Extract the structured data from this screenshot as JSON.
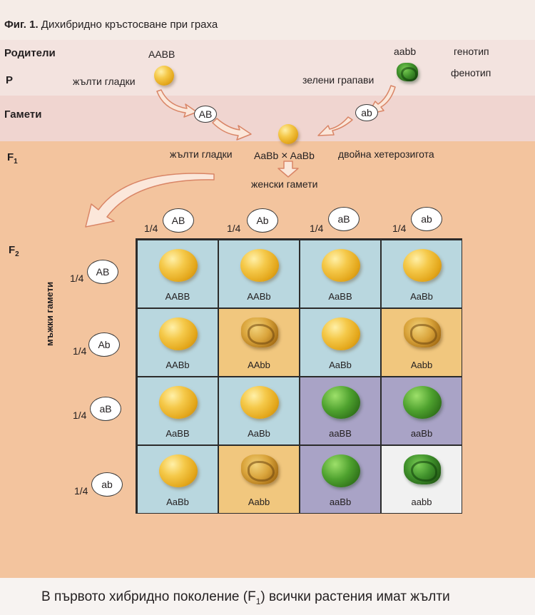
{
  "figure": {
    "title_prefix": "Фиг. 1.",
    "title": "Дихибридно кръстосване при граха"
  },
  "parents": {
    "label": "Родители",
    "p_label": "P",
    "left_genotype": "AABB",
    "left_phenotype": "жълти гладки",
    "right_genotype": "aabb",
    "right_phenotype": "зелени грапави",
    "genotype_label": "генотип",
    "phenotype_label": "фенотип"
  },
  "gametes": {
    "label": "Гамети",
    "left": "AB",
    "right": "ab"
  },
  "f1": {
    "label": "F",
    "sub": "1",
    "phenotype": "жълти гладки",
    "cross_left": "AaBb",
    "cross_sym": "×",
    "cross_right": "AaBb",
    "note": "двойна хетерозигота",
    "female_gametes": "женски гамети"
  },
  "f2": {
    "label": "F",
    "sub": "2",
    "male_gametes": "мъжки гамети",
    "fraction": "1/4",
    "columns": [
      "AB",
      "Ab",
      "aB",
      "ab"
    ],
    "rows": [
      "AB",
      "Ab",
      "aB",
      "ab"
    ],
    "cells": [
      [
        {
          "genotype": "AABB",
          "pea": "yellow-smooth",
          "bg": "blue"
        },
        {
          "genotype": "AABb",
          "pea": "yellow-smooth",
          "bg": "blue"
        },
        {
          "genotype": "AaBB",
          "pea": "yellow-smooth",
          "bg": "blue"
        },
        {
          "genotype": "AaBb",
          "pea": "yellow-smooth",
          "bg": "blue"
        }
      ],
      [
        {
          "genotype": "AABb",
          "pea": "yellow-smooth",
          "bg": "blue"
        },
        {
          "genotype": "AAbb",
          "pea": "yellow-wrinkled",
          "bg": "tan"
        },
        {
          "genotype": "AaBb",
          "pea": "yellow-smooth",
          "bg": "blue"
        },
        {
          "genotype": "Aabb",
          "pea": "yellow-wrinkled",
          "bg": "tan"
        }
      ],
      [
        {
          "genotype": "AaBB",
          "pea": "yellow-smooth",
          "bg": "blue"
        },
        {
          "genotype": "AaBb",
          "pea": "yellow-smooth",
          "bg": "blue"
        },
        {
          "genotype": "aaBB",
          "pea": "green-smooth",
          "bg": "purple"
        },
        {
          "genotype": "aaBb",
          "pea": "green-smooth",
          "bg": "purple"
        }
      ],
      [
        {
          "genotype": "AaBb",
          "pea": "yellow-smooth",
          "bg": "blue"
        },
        {
          "genotype": "Aabb",
          "pea": "yellow-wrinkled",
          "bg": "tan"
        },
        {
          "genotype": "aaBb",
          "pea": "green-smooth",
          "bg": "purple"
        },
        {
          "genotype": "aabb",
          "pea": "green-wrinkled",
          "bg": "white"
        }
      ]
    ]
  },
  "footer": {
    "text_before": "В първото хибридно поколение (F",
    "sub": "1",
    "text_after": ") всички растения имат жълти"
  },
  "colors": {
    "cell_blue": "#b9d7df",
    "cell_tan": "#f1c77e",
    "cell_purple": "#a9a3c6",
    "arrow_fill": "#fbe7da",
    "arrow_stroke": "#d98566"
  }
}
